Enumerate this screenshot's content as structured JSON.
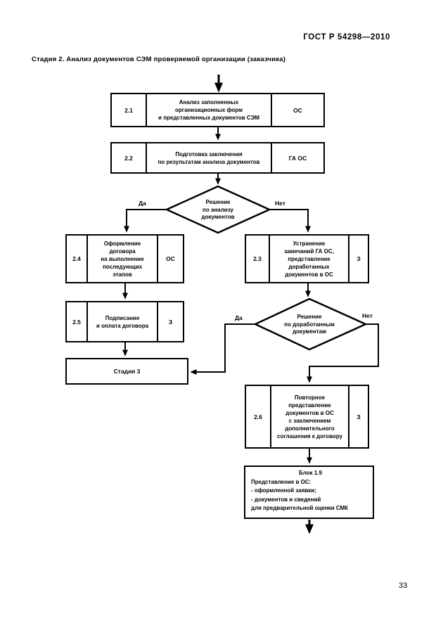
{
  "page": {
    "header": "ГОСТ Р 54298—2010",
    "title": "Стадия 2. Анализ документов СЭМ проверяемой организации (заказчика)",
    "page_number": "33"
  },
  "flowchart": {
    "box21": {
      "num": "2.1",
      "text": "Анализ заполненных\nорганизационных форм\nи представленных документов СЭМ",
      "resp": "ОС"
    },
    "box22": {
      "num": "2.2",
      "text": "Подготовка заключения\nпо результатам анализа документов",
      "resp": "ГА ОС"
    },
    "box24": {
      "num": "2.4",
      "text": "Оформление\nдоговора\nна выполнение\nпоследующих\nэтапов",
      "resp": "ОС"
    },
    "box23": {
      "num": "2.3",
      "text": "Устранение\nзамечаний ГА ОС,\nпредставление\nдоработанных\nдокументов в ОС",
      "resp": "З"
    },
    "box25": {
      "num": "2.5",
      "text": "Подписание\nи оплата договора",
      "resp": "З"
    },
    "box26": {
      "num": "2.6",
      "text": "Повторное\nпредставление\nдокументов в ОС\nс заключением\nдополнительного\nсоглашения к договору",
      "resp": "З"
    },
    "decision1": {
      "text": "Решение\nпо анализу\nдокументов",
      "yes": "Да",
      "no": "Нет"
    },
    "decision2": {
      "text": "Решение\nпо доработанным\nдокументам",
      "yes": "Да",
      "no": "Нет"
    },
    "stage3": {
      "text": "Стадия 3"
    },
    "block19": {
      "title": "Блок 1.9",
      "body": "Представление в ОС:\n- оформленной заявки;\n- документов и сведений\nдля предварительной оценки СМК"
    }
  }
}
